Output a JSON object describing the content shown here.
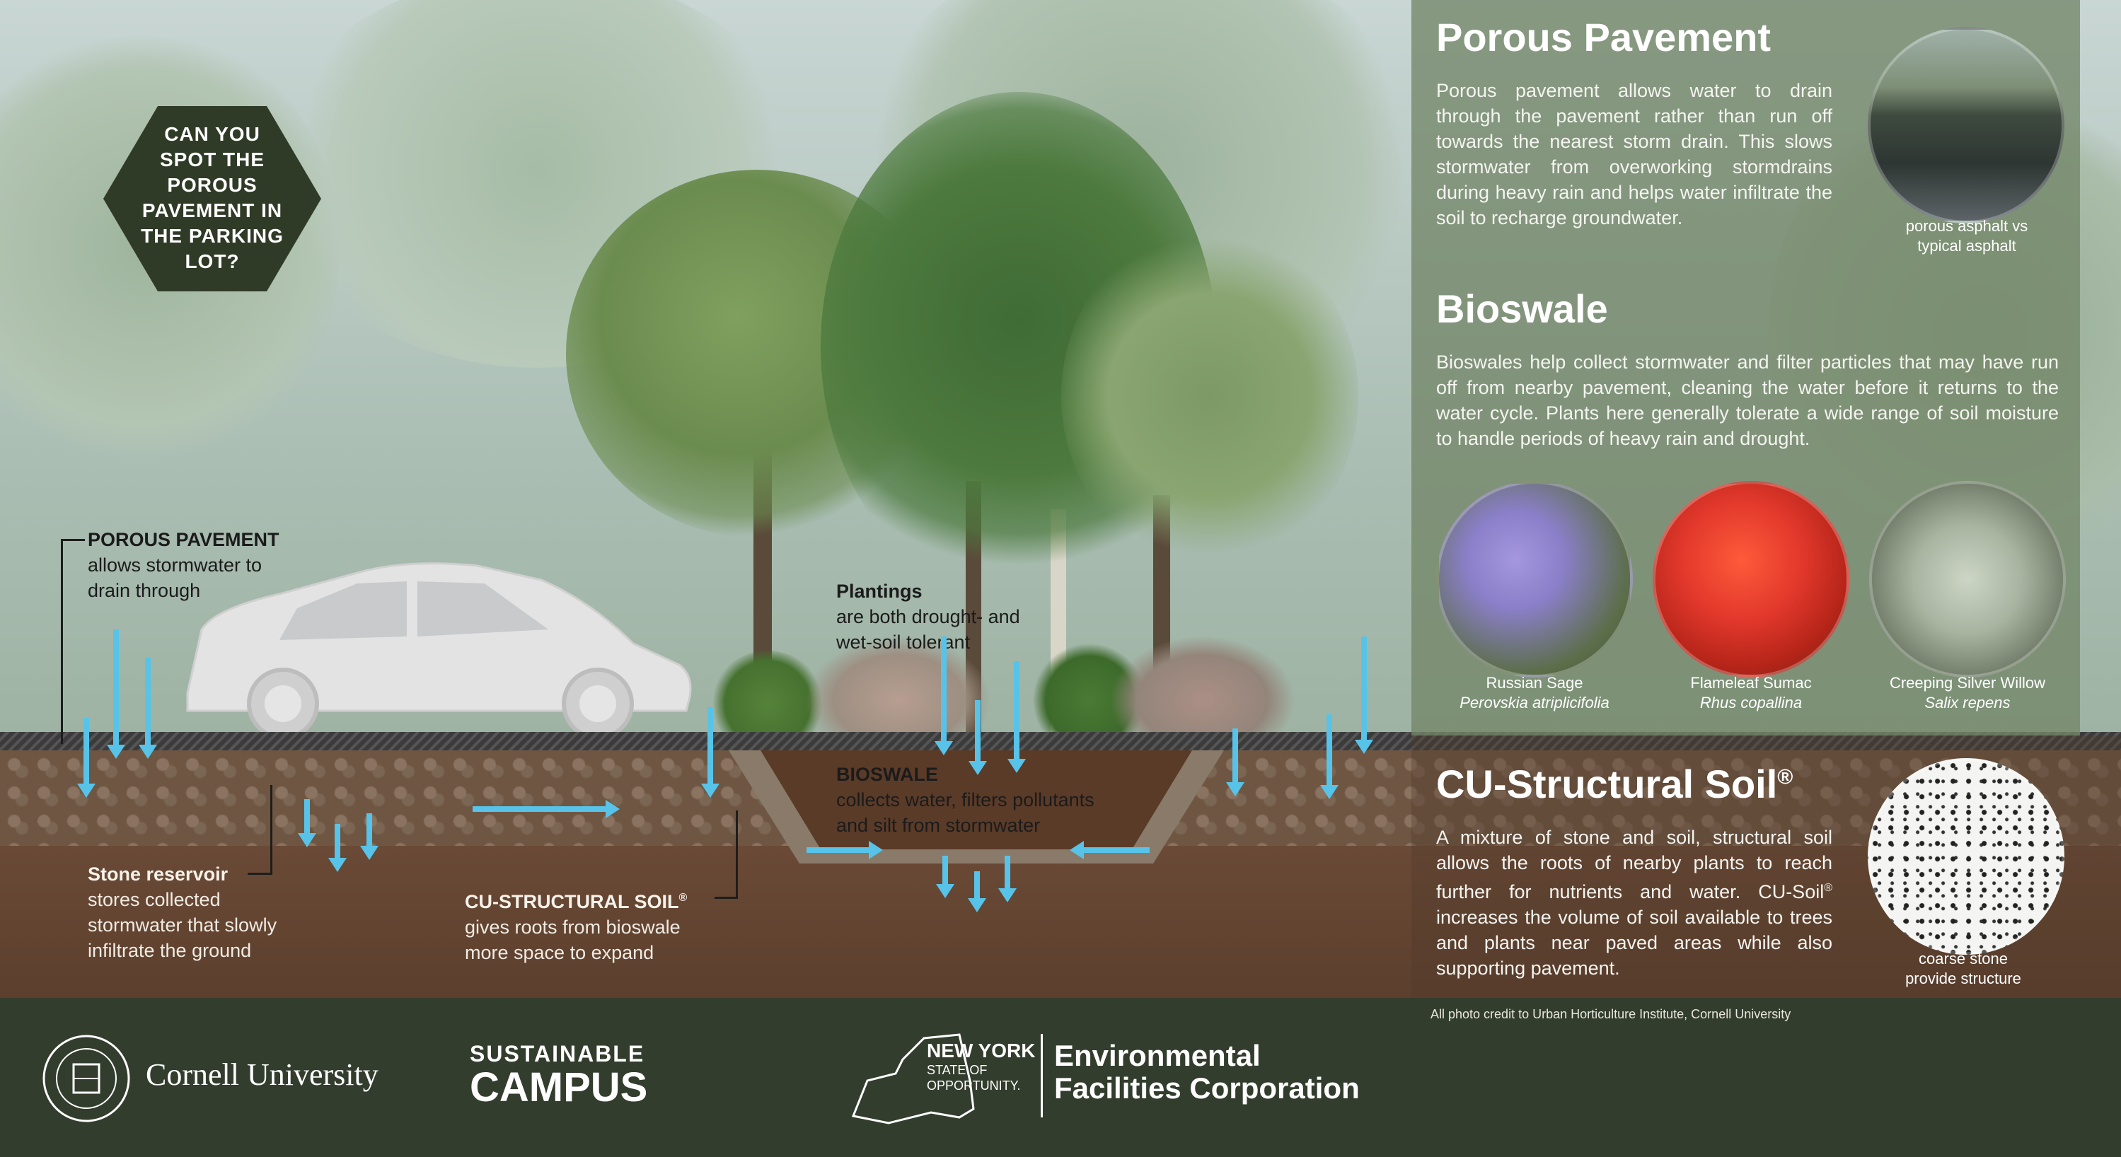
{
  "hexagon": {
    "text_lines": [
      "CAN YOU",
      "SPOT THE",
      "POROUS",
      "PAVEMENT IN",
      "THE PARKING",
      "LOT?"
    ]
  },
  "diagram_labels": {
    "porous_pavement": {
      "title": "POROUS PAVEMENT",
      "line1": "allows stormwater to",
      "line2": "drain through"
    },
    "plantings": {
      "title": "Plantings",
      "line1": "are both drought- and",
      "line2": "wet-soil tolerant"
    },
    "bioswale": {
      "title": "BIOSWALE",
      "line1": "collects water, filters pollutants",
      "line2": "and silt from stormwater"
    },
    "stone_reservoir": {
      "title": "Stone reservoir",
      "line1": "stores collected",
      "line2": "stormwater that slowly",
      "line3": "infiltrate the ground"
    },
    "cu_structural_soil": {
      "title": "CU-STRUCTURAL SOIL",
      "sup": "®",
      "line1": "gives roots from bioswale",
      "line2": "more space to expand"
    }
  },
  "panel": {
    "porous": {
      "heading": "Porous Pavement",
      "text": "Porous pavement allows water to drain through the pavement rather than run off towards the nearest storm drain. This slows stormwater from overworking stormdrains during heavy rain and helps water infiltrate the soil to recharge groundwater.",
      "photo_caption_1": "porous asphalt vs",
      "photo_caption_2": "typical asphalt"
    },
    "bioswale": {
      "heading": "Bioswale",
      "text": "Bioswales help collect stormwater and filter particles that may have run off from nearby pavement, cleaning the water before it returns to the water cycle. Plants here generally tolerate a wide range of soil moisture to handle periods of heavy rain and drought.",
      "plants": [
        {
          "common": "Russian Sage",
          "latin": "Perovskia atriplicifolia",
          "color": "#8a7fc8"
        },
        {
          "common": "Flameleaf Sumac",
          "latin": "Rhus copallina",
          "color": "#e0372b"
        },
        {
          "common": "Creeping Silver Willow",
          "latin": "Salix repens",
          "color": "#a8b3a0"
        }
      ]
    },
    "soil": {
      "heading": "CU-Structural Soil",
      "heading_sup": "®",
      "text_a": "A mixture of stone and soil, structural soil allows the roots of nearby plants to reach further for nutrients and water. CU-Soil",
      "text_sup": "®",
      "text_b": " increases the volume of soil available to trees and plants near paved areas while also supporting pavement.",
      "photo_caption_1": "coarse stone",
      "photo_caption_2": "provide structure"
    }
  },
  "footer": {
    "credit": "All photo credit to Urban Horticulture Institute, Cornell University",
    "cornell": "Cornell University",
    "sustainable_1": "SUSTAINABLE",
    "sustainable_2": "CAMPUS",
    "ny_1": "NEW YORK",
    "ny_2": "STATE OF",
    "ny_3": "OPPORTUNITY.",
    "efc_1": "Environmental",
    "efc_2": "Facilities Corporation"
  },
  "colors": {
    "water_arrow": "#58c3e8",
    "hexagon": "#2f3a27",
    "footer": "#333d2d",
    "panel": "#73876a"
  }
}
